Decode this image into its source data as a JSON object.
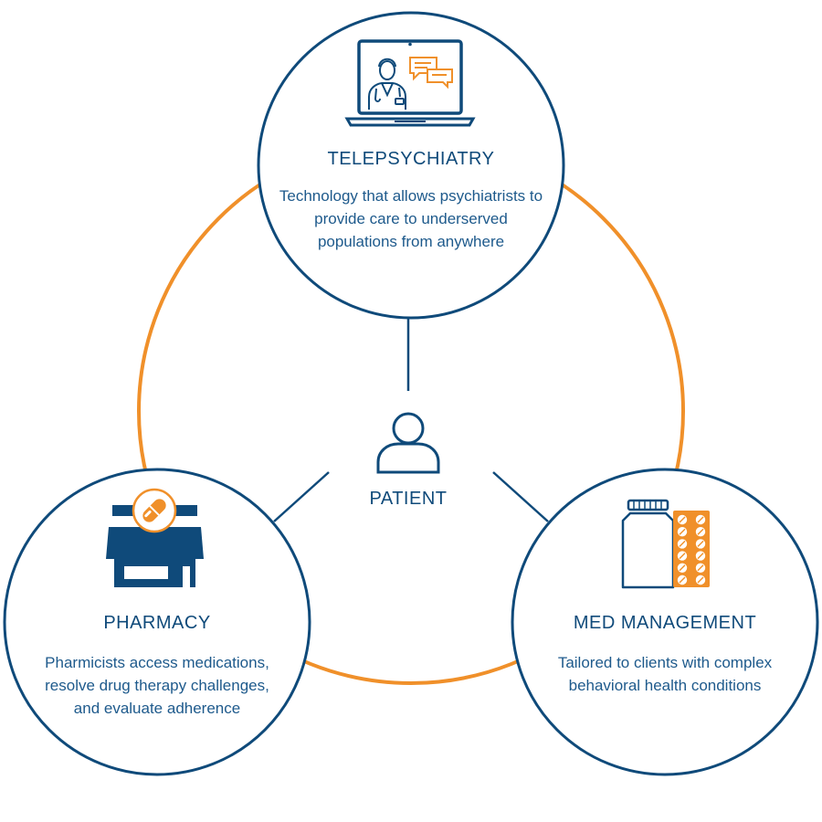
{
  "colors": {
    "navy": "#0f4a7a",
    "orange": "#f0902a",
    "white": "#ffffff"
  },
  "center": {
    "label": "PATIENT",
    "icon": "user-icon"
  },
  "nodes": [
    {
      "id": "telepsychiatry",
      "title": "TELEPSYCHIATRY",
      "description": "Technology that allows psychiatrists to provide care to underserved populations from anywhere",
      "icon": "laptop-doctor-chat-icon"
    },
    {
      "id": "pharmacy",
      "title": "PHARMACY",
      "description": "Pharmicists access medications, resolve drug therapy challenges, and evaluate adherence",
      "icon": "storefront-pill-icon"
    },
    {
      "id": "med-management",
      "title": "MED MANAGEMENT",
      "description": "Tailored to clients with complex behavioral health conditions",
      "icon": "pill-bottle-blister-pack-icon"
    }
  ]
}
